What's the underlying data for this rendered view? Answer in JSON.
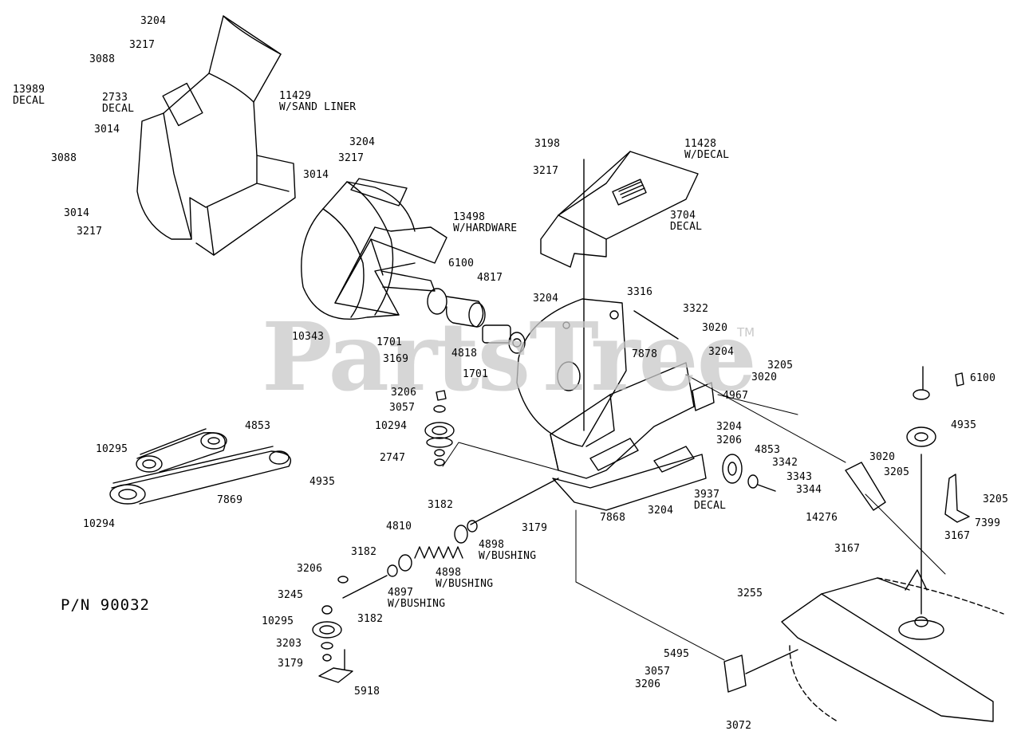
{
  "watermark": {
    "text": "PartsTree",
    "trademark": "TM",
    "color": "#c9c9c9"
  },
  "part_number": "P/N 90032",
  "callouts": [
    {
      "id": "c01",
      "text": "3204"
    },
    {
      "id": "c02",
      "text": "3217"
    },
    {
      "id": "c03",
      "text": "3088"
    },
    {
      "id": "c04",
      "text": "13989\nDECAL"
    },
    {
      "id": "c05",
      "text": "2733\nDECAL"
    },
    {
      "id": "c06",
      "text": "11429\nW/SAND LINER"
    },
    {
      "id": "c07",
      "text": "3014"
    },
    {
      "id": "c08",
      "text": "3088"
    },
    {
      "id": "c09",
      "text": "3014"
    },
    {
      "id": "c10",
      "text": "3217"
    },
    {
      "id": "c11",
      "text": "3204"
    },
    {
      "id": "c12",
      "text": "3217"
    },
    {
      "id": "c13",
      "text": "3014"
    },
    {
      "id": "c14",
      "text": "13498\nW/HARDWARE"
    },
    {
      "id": "c15",
      "text": "6100"
    },
    {
      "id": "c16",
      "text": "4817"
    },
    {
      "id": "c17",
      "text": "10343"
    },
    {
      "id": "c18",
      "text": "1701"
    },
    {
      "id": "c19",
      "text": "3169"
    },
    {
      "id": "c20",
      "text": "4818"
    },
    {
      "id": "c21",
      "text": "1701"
    },
    {
      "id": "c22",
      "text": "3198"
    },
    {
      "id": "c23",
      "text": "3217"
    },
    {
      "id": "c24",
      "text": "11428\nW/DECAL"
    },
    {
      "id": "c25",
      "text": "3704\nDECAL"
    },
    {
      "id": "c26",
      "text": "3204"
    },
    {
      "id": "c27",
      "text": "3316"
    },
    {
      "id": "c28",
      "text": "3322"
    },
    {
      "id": "c29",
      "text": "3020"
    },
    {
      "id": "c30",
      "text": "7878"
    },
    {
      "id": "c31",
      "text": "3204"
    },
    {
      "id": "c32",
      "text": "3205"
    },
    {
      "id": "c33",
      "text": "3020"
    },
    {
      "id": "c34",
      "text": "4967"
    },
    {
      "id": "c35",
      "text": "3204"
    },
    {
      "id": "c36",
      "text": "3206"
    },
    {
      "id": "c37",
      "text": "3206"
    },
    {
      "id": "c38",
      "text": "3057"
    },
    {
      "id": "c39",
      "text": "10294"
    },
    {
      "id": "c40",
      "text": "2747"
    },
    {
      "id": "c41",
      "text": "4853"
    },
    {
      "id": "c42",
      "text": "10295"
    },
    {
      "id": "c43",
      "text": "4935"
    },
    {
      "id": "c44",
      "text": "7869"
    },
    {
      "id": "c45",
      "text": "10294"
    },
    {
      "id": "c46",
      "text": "4853"
    },
    {
      "id": "c47",
      "text": "3342"
    },
    {
      "id": "c48",
      "text": "3343"
    },
    {
      "id": "c49",
      "text": "3344"
    },
    {
      "id": "c50",
      "text": "3937\nDECAL"
    },
    {
      "id": "c51",
      "text": "3204"
    },
    {
      "id": "c52",
      "text": "7868"
    },
    {
      "id": "c53",
      "text": "3182"
    },
    {
      "id": "c54",
      "text": "3179"
    },
    {
      "id": "c55",
      "text": "4810"
    },
    {
      "id": "c56",
      "text": "4898\nW/BUSHING"
    },
    {
      "id": "c57",
      "text": "3182"
    },
    {
      "id": "c58",
      "text": "4898\nW/BUSHING"
    },
    {
      "id": "c59",
      "text": "3206"
    },
    {
      "id": "c60",
      "text": "4897\nW/BUSHING"
    },
    {
      "id": "c61",
      "text": "3245"
    },
    {
      "id": "c62",
      "text": "3182"
    },
    {
      "id": "c63",
      "text": "10295"
    },
    {
      "id": "c64",
      "text": "3203"
    },
    {
      "id": "c65",
      "text": "3179"
    },
    {
      "id": "c66",
      "text": "5918"
    },
    {
      "id": "c67",
      "text": "6100"
    },
    {
      "id": "c68",
      "text": "4935"
    },
    {
      "id": "c69",
      "text": "3020"
    },
    {
      "id": "c70",
      "text": "3205"
    },
    {
      "id": "c71",
      "text": "3205"
    },
    {
      "id": "c72",
      "text": "14276"
    },
    {
      "id": "c73",
      "text": "7399"
    },
    {
      "id": "c74",
      "text": "3167"
    },
    {
      "id": "c75",
      "text": "3167"
    },
    {
      "id": "c76",
      "text": "3255"
    },
    {
      "id": "c77",
      "text": "5495"
    },
    {
      "id": "c78",
      "text": "3057"
    },
    {
      "id": "c79",
      "text": "3206"
    },
    {
      "id": "c80",
      "text": "3072"
    }
  ]
}
